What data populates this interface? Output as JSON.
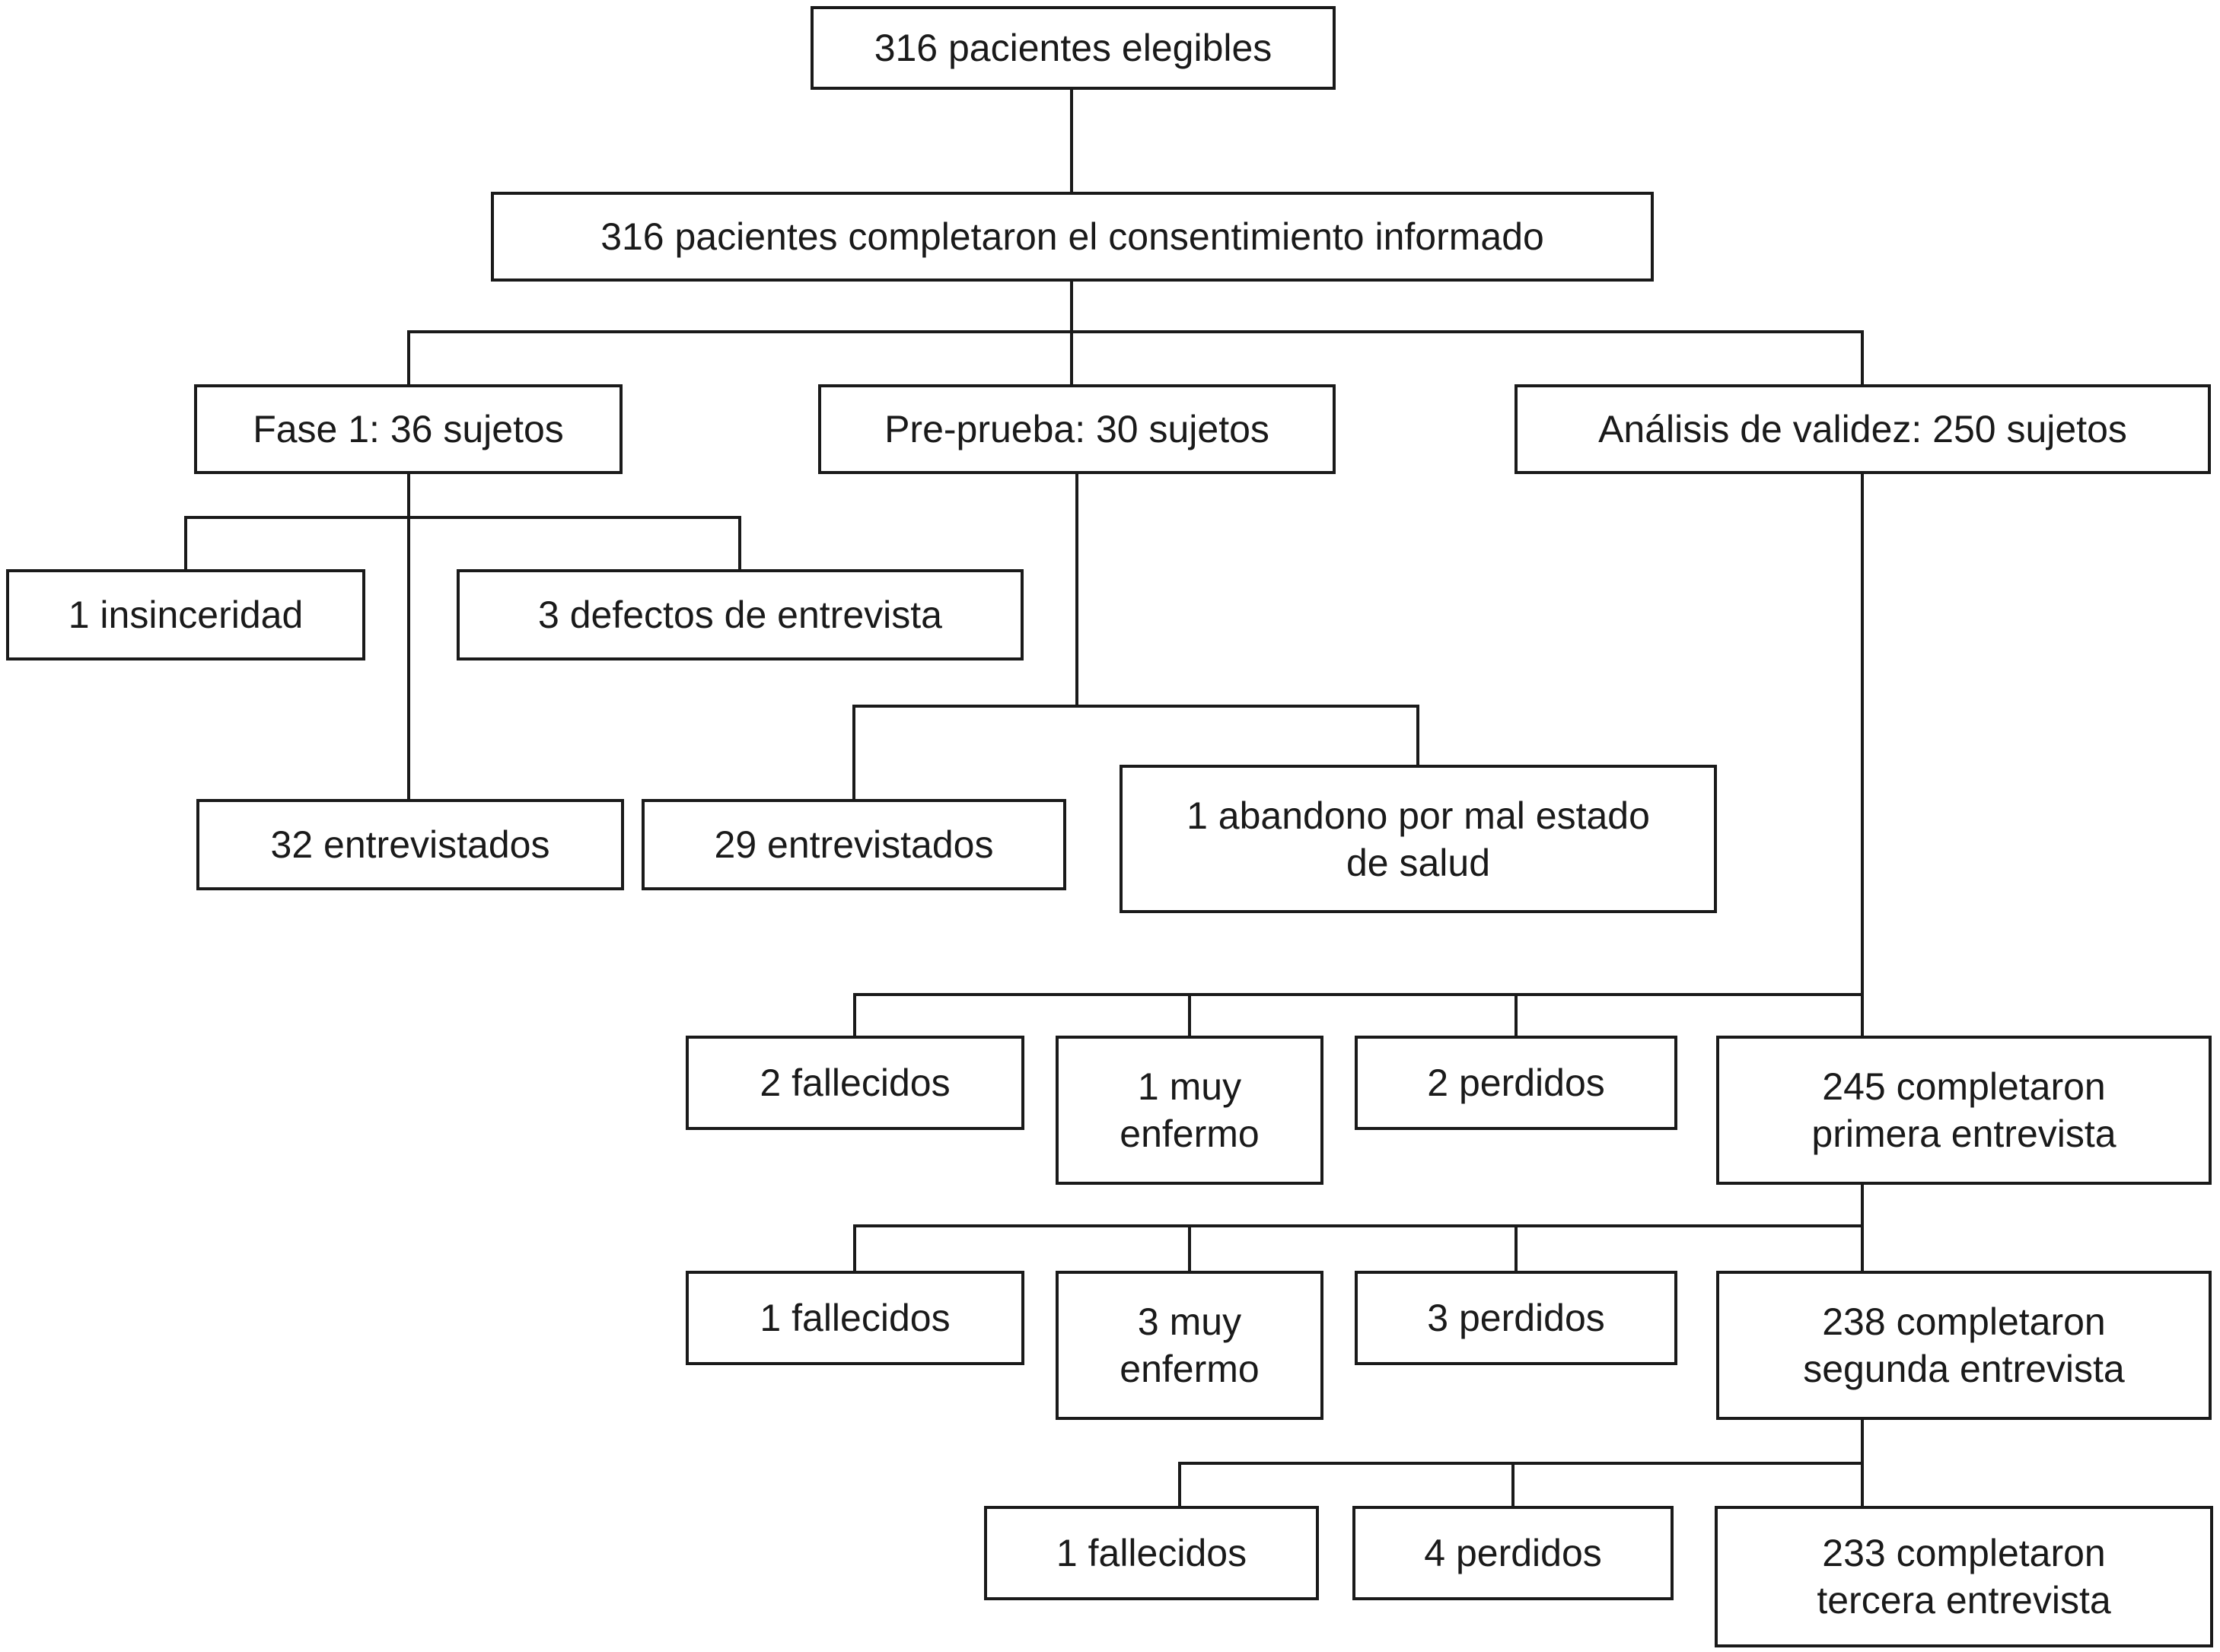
{
  "figure": {
    "type": "flowchart",
    "language": "es",
    "background_color": "#ffffff",
    "line_color": "#1a1a1a",
    "text_color": "#1a1a1a"
  },
  "nodes": [
    {
      "id": "elegibles",
      "label": "316 pacientes elegibles"
    },
    {
      "id": "consentimiento",
      "label": "316 pacientes completaron el consentimiento informado"
    },
    {
      "id": "fase1",
      "label": "Fase 1: 36 sujetos"
    },
    {
      "id": "preprueba",
      "label": "Pre-prueba: 30 sujetos"
    },
    {
      "id": "validez",
      "label": "Análisis de validez: 250 sujetos"
    },
    {
      "id": "insinceridad",
      "label": "1 insinceridad"
    },
    {
      "id": "defectos",
      "label": "3 defectos de entrevista"
    },
    {
      "id": "entrevistados32",
      "label": "32 entrevistados"
    },
    {
      "id": "entrevistados29",
      "label": "29 entrevistados"
    },
    {
      "id": "abandono",
      "label": "1 abandono por mal estado\nde salud"
    },
    {
      "id": "fallecidos2",
      "label": "2 fallecidos"
    },
    {
      "id": "muyenfermo1",
      "label": "1 muy\nenfermo"
    },
    {
      "id": "perdidos2",
      "label": "2 perdidos"
    },
    {
      "id": "completaron245",
      "label": "245 completaron\nprimera entrevista"
    },
    {
      "id": "fallecidos1a",
      "label": "1 fallecidos"
    },
    {
      "id": "muyenfermo3",
      "label": "3 muy\nenfermo"
    },
    {
      "id": "perdidos3",
      "label": "3 perdidos"
    },
    {
      "id": "completaron238",
      "label": "238 completaron\nsegunda entrevista"
    },
    {
      "id": "fallecidos1b",
      "label": "1 fallecidos"
    },
    {
      "id": "perdidos4",
      "label": "4 perdidos"
    },
    {
      "id": "completaron233",
      "label": "233 completaron\ntercera entrevista"
    }
  ],
  "edges": [
    {
      "from": "elegibles",
      "to": "consentimiento"
    },
    {
      "from": "consentimiento",
      "to": "fase1"
    },
    {
      "from": "consentimiento",
      "to": "preprueba"
    },
    {
      "from": "consentimiento",
      "to": "validez"
    },
    {
      "from": "fase1",
      "to": "insinceridad"
    },
    {
      "from": "fase1",
      "to": "defectos"
    },
    {
      "from": "fase1",
      "to": "entrevistados32"
    },
    {
      "from": "preprueba",
      "to": "entrevistados29"
    },
    {
      "from": "preprueba",
      "to": "abandono"
    },
    {
      "from": "validez",
      "to": "fallecidos2"
    },
    {
      "from": "validez",
      "to": "muyenfermo1"
    },
    {
      "from": "validez",
      "to": "perdidos2"
    },
    {
      "from": "validez",
      "to": "completaron245"
    },
    {
      "from": "completaron245",
      "to": "fallecidos1a"
    },
    {
      "from": "completaron245",
      "to": "muyenfermo3"
    },
    {
      "from": "completaron245",
      "to": "perdidos3"
    },
    {
      "from": "completaron245",
      "to": "completaron238"
    },
    {
      "from": "completaron238",
      "to": "fallecidos1b"
    },
    {
      "from": "completaron238",
      "to": "perdidos4"
    },
    {
      "from": "completaron238",
      "to": "completaron233"
    }
  ]
}
